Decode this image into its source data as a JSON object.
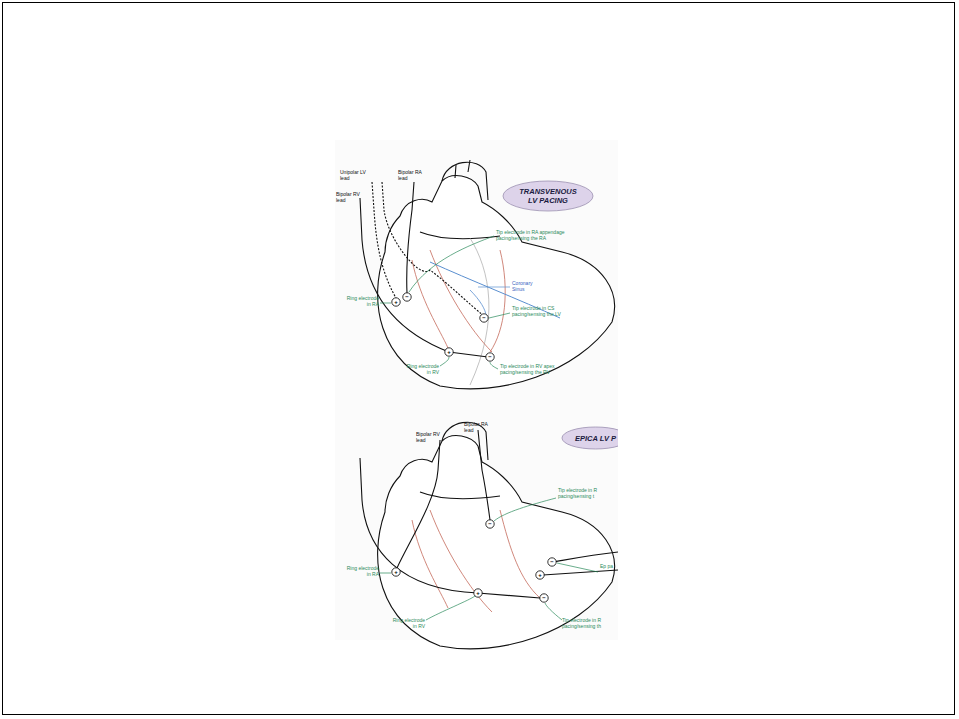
{
  "diagram": {
    "nodes": [
      {
        "text": [
          "TRANSVENOUS LV PACING"
        ]
      },
      {
        "text": [
          "EPICA LV P"
        ]
      }
    ],
    "labels": [
      "Unipolar LV lead",
      "Bipolar RA lead",
      "Bipolar RV lead",
      "Tip electrode in RA appendage pacing/sensing the RA",
      "Coronary Sinus",
      "Ring electrode in RA",
      "Tip electrode in CS pacing/sensing the LV",
      "Ring electrode in RV",
      "Tip electrode in RV apex pacing/sensing the RV",
      "+",
      "−",
      "−",
      "+",
      "−",
      "Bipolar RV lead",
      "Bipolar RA lead",
      "Tip electrode in R pacing/sensing t",
      "Ring electrode in RA",
      "Ep pa",
      "Ring electrode in RV",
      "Tip electrode in R pacing/sensing th",
      "+",
      "−",
      "+",
      "−",
      "+",
      "−"
    ]
  }
}
